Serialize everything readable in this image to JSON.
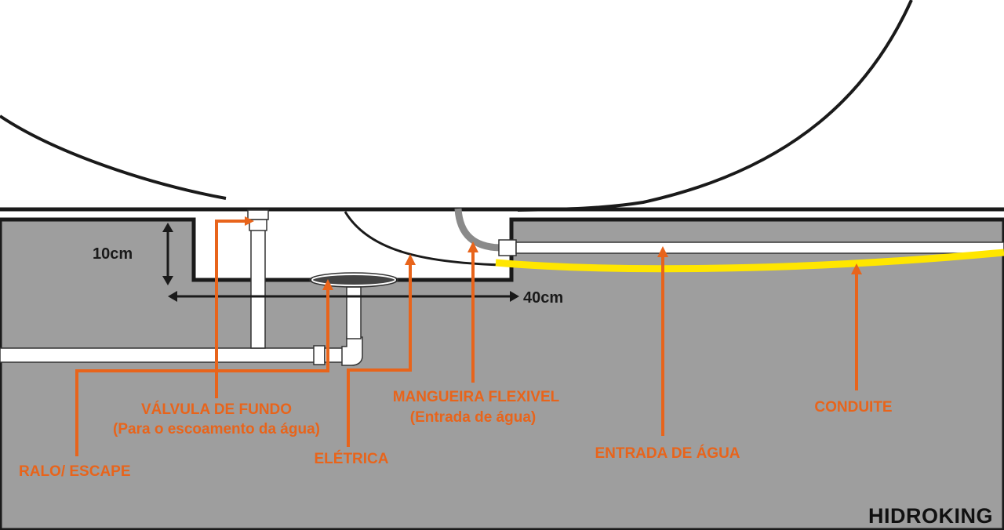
{
  "diagram": {
    "dimensions": {
      "depth": "10cm",
      "width": "40cm"
    },
    "labels": {
      "ralo": "RALO/ ESCAPE",
      "valvula": "VÁLVULA DE FUNDO",
      "valvula_note": "(Para o escoamento da água)",
      "eletrica": "ELÉTRICA",
      "mangueira": "MANGUEIRA FLEXIVEL",
      "mangueira_note": "(Entrada de água)",
      "entrada": "ENTRADA DE ÁGUA",
      "conduite": "CONDUITE"
    },
    "brand": "HIDROKING",
    "colors": {
      "ground": "#9e9e9e",
      "outline": "#1a1a1a",
      "pipe": "#ffffff",
      "hose": "#8a8a8a",
      "conduit": "#ffe600",
      "leader": "#e8641b"
    }
  }
}
